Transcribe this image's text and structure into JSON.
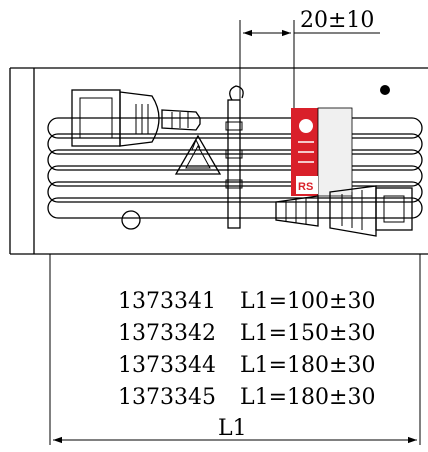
{
  "dimension_top": "20±10",
  "parts": [
    {
      "code": "1373341",
      "length": "L1=100±30"
    },
    {
      "code": "1373342",
      "length": "L1=150±30"
    },
    {
      "code": "1373344",
      "length": "L1=180±30"
    },
    {
      "code": "1373345",
      "length": "L1=180±30"
    }
  ],
  "dimension_bottom": "L1",
  "tag_text": "RS",
  "colors": {
    "ink": "#000000",
    "label_red": "#d9202a",
    "background": "#ffffff"
  },
  "icons": [
    "plug-c13-icon",
    "plug-c14-icon",
    "recycle-triangle-icon",
    "cable-tie-icon",
    "rs-label-icon"
  ]
}
